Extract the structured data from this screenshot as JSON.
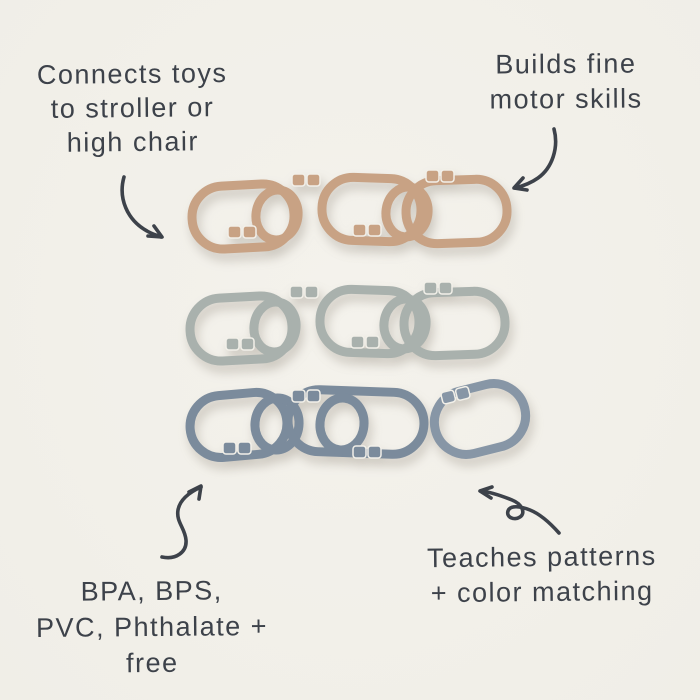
{
  "colors": {
    "background": "#f2f0e9",
    "ink": "#3d424a",
    "chain_tan": "#c8a284",
    "chain_sage": "#a9b1ad",
    "chain_slate": "#7b8b9c",
    "chain_slate_detached": "#8796a6"
  },
  "annotations": {
    "top_left": {
      "lines": [
        "Connects toys",
        "to stroller or",
        "high chair"
      ]
    },
    "top_right": {
      "lines": [
        "Builds fine",
        "motor skills"
      ]
    },
    "bottom_left": {
      "lines": [
        "BPA, BPS,",
        "PVC, Phthalate +",
        "free"
      ]
    },
    "bottom_right": {
      "lines": [
        "Teaches patterns",
        "+ color matching"
      ]
    }
  }
}
